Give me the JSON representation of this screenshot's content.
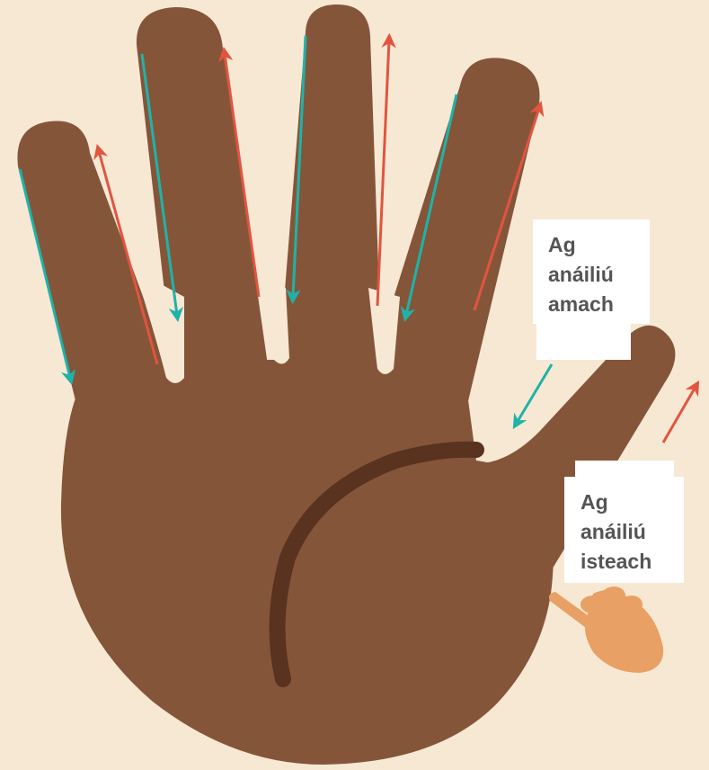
{
  "colors": {
    "background": "#f7e8d4",
    "skin": "#85553a",
    "palm_crease": "#5a3220",
    "exhale_arrow": "#e0553f",
    "inhale_arrow": "#1fb3a8",
    "pointer_hand": "#e9a064",
    "label_text": "#555555"
  },
  "labels": {
    "breathe_out": [
      "Ag",
      "anáiliú",
      "amach"
    ],
    "breathe_in": [
      "Ag",
      "anáiliú",
      "isteach"
    ]
  },
  "icons": {
    "pointer": "pointing-hand-icon"
  }
}
